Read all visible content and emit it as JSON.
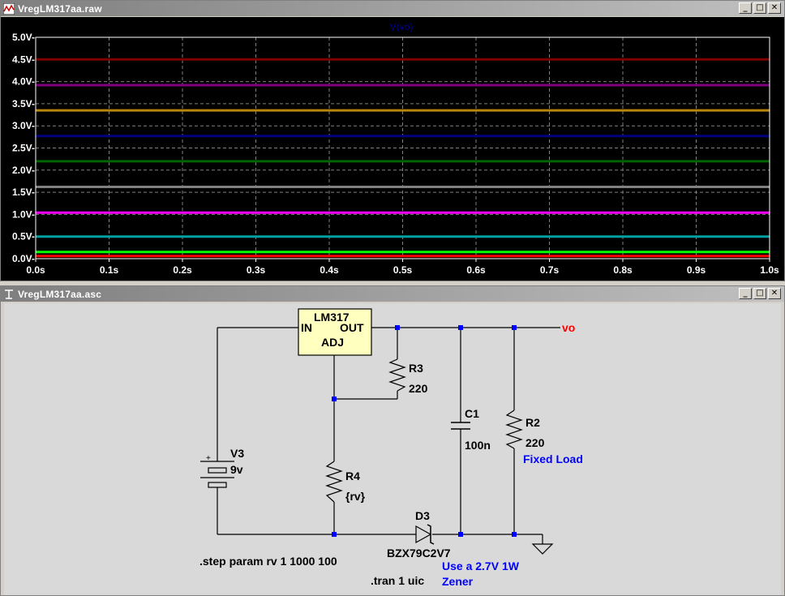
{
  "plot_window": {
    "title": "VregLM317aa.raw",
    "buttons": [
      "_",
      "□",
      "✕"
    ]
  },
  "schematic_window": {
    "title": "VregLM317aa.asc",
    "buttons": [
      "_",
      "□",
      "✕"
    ]
  },
  "chart_data": {
    "type": "line",
    "title": "V(vo)",
    "xlabel": "",
    "ylabel": "",
    "x_ticks": [
      "0.0s",
      "0.1s",
      "0.2s",
      "0.3s",
      "0.4s",
      "0.5s",
      "0.6s",
      "0.7s",
      "0.8s",
      "0.9s",
      "1.0s"
    ],
    "y_ticks": [
      "0.0V-",
      "0.5V-",
      "1.0V-",
      "1.5V-",
      "2.0V-",
      "2.5V-",
      "3.0V-",
      "3.5V-",
      "4.0V-",
      "4.5V-",
      "5.0V-"
    ],
    "xlim": [
      0,
      1.0
    ],
    "ylim": [
      0,
      5.0
    ],
    "grid": true,
    "series": [
      {
        "color": "#800000",
        "values": [
          4.5,
          4.5
        ]
      },
      {
        "color": "#800080",
        "values": [
          3.92,
          3.92
        ]
      },
      {
        "color": "#b8860b",
        "values": [
          3.35,
          3.35
        ]
      },
      {
        "color": "#000080",
        "values": [
          2.77,
          2.77
        ]
      },
      {
        "color": "#006400",
        "values": [
          2.2,
          2.2
        ]
      },
      {
        "color": "#808080",
        "values": [
          1.62,
          1.62
        ]
      },
      {
        "color": "#ff00ff",
        "values": [
          1.04,
          1.04
        ]
      },
      {
        "color": "#00a0a0",
        "values": [
          0.5,
          0.5
        ]
      },
      {
        "color": "#00ff00",
        "values": [
          0.15,
          0.15
        ]
      },
      {
        "color": "#ff0000",
        "values": [
          0.06,
          0.06
        ]
      }
    ],
    "x": [
      0,
      1.0
    ]
  },
  "schematic": {
    "ic_name": "LM317",
    "ic_in": "IN",
    "ic_out": "OUT",
    "ic_adj": "ADJ",
    "r3_name": "R3",
    "r3_value": "220",
    "r4_name": "R4",
    "r4_value": "{rv}",
    "c1_name": "C1",
    "c1_value": "100n",
    "r2_name": "R2",
    "r2_value": "220",
    "r2_comment": "Fixed Load",
    "v3_name": "V3",
    "v3_value": "9v",
    "v3_plus": "+",
    "d3_name": "D3",
    "d3_value": "BZX79C2V7",
    "net_label": "vo",
    "step_directive": ".step param rv 1 1000 100",
    "tran_directive": ".tran 1 uic",
    "zener_comment_1": "Use a 2.7V 1W",
    "zener_comment_2": "Zener"
  },
  "colors": {
    "wire": "#000000",
    "node": "#0000ff",
    "ic_fill": "#ffffc0",
    "comment": "#0000ff",
    "net_label": "#ff0000",
    "axis": "#ffffff",
    "trace_title": "#0000a0"
  }
}
